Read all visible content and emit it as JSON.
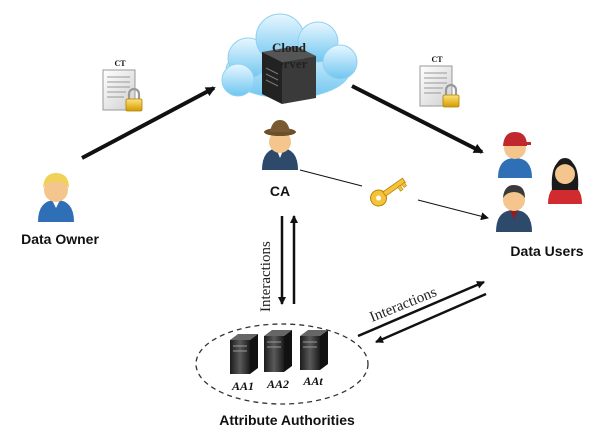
{
  "cloud": {
    "label_line1": "Cloud",
    "label_line2": "Server"
  },
  "ct_labels": [
    "CT",
    "CT"
  ],
  "ca": {
    "label": "CA"
  },
  "data_owner": {
    "label": "Data Owner"
  },
  "data_users": {
    "label": "Data Users"
  },
  "interactions": {
    "vertical": "Interactions",
    "diagonal": "Interactions"
  },
  "attribute_authorities": {
    "label": "Attribute Authorities",
    "servers": [
      "AA1",
      "AA2",
      "AAt"
    ]
  },
  "icons": [
    "cloud-server-icon",
    "document-lock-icon",
    "key-icon",
    "person-icon",
    "server-rack-icon"
  ]
}
